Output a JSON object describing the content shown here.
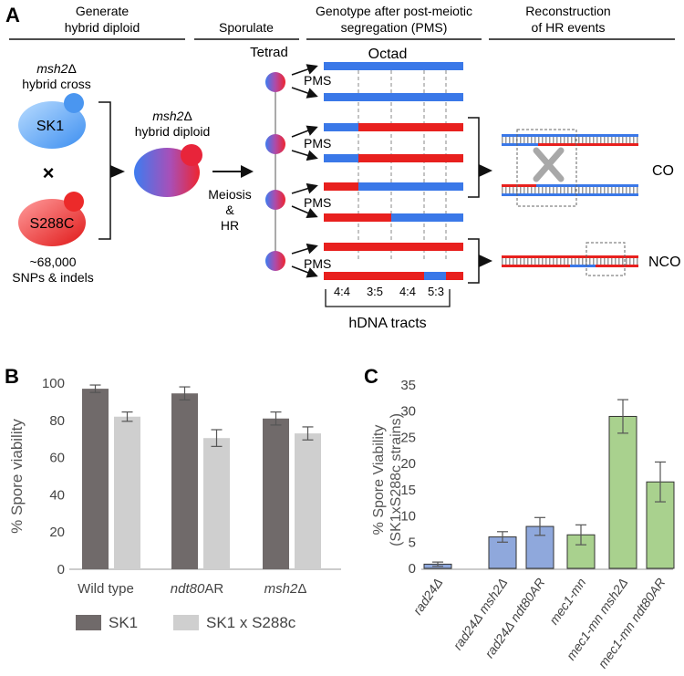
{
  "panelA": {
    "label": "A",
    "headers": {
      "h1_line1": "Generate",
      "h1_line2": "hybrid diploid",
      "h2": "Sporulate",
      "h3_line1": "Genotype after post-meiotic",
      "h3_line2": "segregation (PMS)",
      "h4_line1": "Reconstruction",
      "h4_line2": "of HR events"
    },
    "cross": {
      "title_italic": "msh2",
      "title_delta": "Δ",
      "title_line2": "hybrid cross",
      "strain1": "SK1",
      "times": "×",
      "strain2": "S288C",
      "snps_line1": "~68,000",
      "snps_line2": "SNPs & indels"
    },
    "diploid": {
      "label_italic": "msh2",
      "label_delta": "Δ",
      "label_line2": "hybrid diploid"
    },
    "meiosis": {
      "line1": "Meiosis",
      "line2": "&",
      "line3": "HR"
    },
    "tetrad_label": "Tetrad",
    "octad_label": "Octad",
    "pms_label": "PMS",
    "segregation_labels": [
      "4:4",
      "3:5",
      "4:4",
      "5:3"
    ],
    "hdna_label": "hDNA tracts",
    "co_label": "CO",
    "nco_label": "NCO",
    "colors": {
      "sk1": "#3a78e8",
      "s288c": "#e8201e"
    }
  },
  "panelB": {
    "label": "B",
    "ylabel": "% Spore viability",
    "ylim": [
      0,
      100
    ],
    "yticks": [
      "0",
      "20",
      "40",
      "60",
      "80",
      "100"
    ],
    "categories": [
      {
        "pre": "Wild type",
        "it": "",
        "post": ""
      },
      {
        "pre": "",
        "it": "ndt80",
        "post": "AR"
      },
      {
        "pre": "",
        "it": "msh2",
        "post": "Δ"
      }
    ],
    "legend": [
      "SK1",
      "SK1 x S288c"
    ],
    "colors": [
      "#706a6a",
      "#cfcfcf"
    ]
  },
  "panelC": {
    "label": "C",
    "ylabel_line1": "% Spore Viability",
    "ylabel_line2": "(SK1xS288c strains)",
    "ylim": [
      0,
      35
    ],
    "yticks": [
      "0",
      "5",
      "10",
      "15",
      "20",
      "25",
      "30",
      "35"
    ],
    "xlabels": [
      "rad24Δ",
      "rad24Δ msh2Δ",
      "rad24Δ ndt80AR",
      "mec1-mn",
      "mec1-mn msh2Δ",
      "mec1-mn ndt80AR"
    ],
    "colors": [
      "#8fa8dc",
      "#8fa8dc",
      "#8fa8dc",
      "#a9d18e",
      "#a9d18e",
      "#a9d18e"
    ]
  },
  "chart_data": [
    {
      "type": "bar",
      "ylabel": "% Spore viability",
      "ylim": [
        0,
        100
      ],
      "categories": [
        "Wild type",
        "ndt80AR",
        "msh2Δ"
      ],
      "series": [
        {
          "name": "SK1",
          "values": [
            97,
            94.5,
            81
          ],
          "errors": [
            2,
            3.5,
            3.5
          ]
        },
        {
          "name": "SK1 x S288c",
          "values": [
            82,
            70.5,
            73
          ],
          "errors": [
            2.5,
            4.5,
            3.5
          ]
        }
      ],
      "legend": "bottom",
      "grid": false
    },
    {
      "type": "bar",
      "ylabel": "% Spore Viability (SK1xS288c strains)",
      "ylim": [
        0,
        35
      ],
      "categories": [
        "rad24Δ",
        "rad24Δ msh2Δ",
        "rad24Δ ndt80AR",
        "mec1-mn",
        "mec1-mn msh2Δ",
        "mec1-mn ndt80AR"
      ],
      "values": [
        0.8,
        6,
        8,
        6.4,
        29,
        16.5
      ],
      "errors": [
        0.4,
        1,
        1.7,
        1.9,
        3.2,
        3.8
      ],
      "grid": false
    }
  ]
}
